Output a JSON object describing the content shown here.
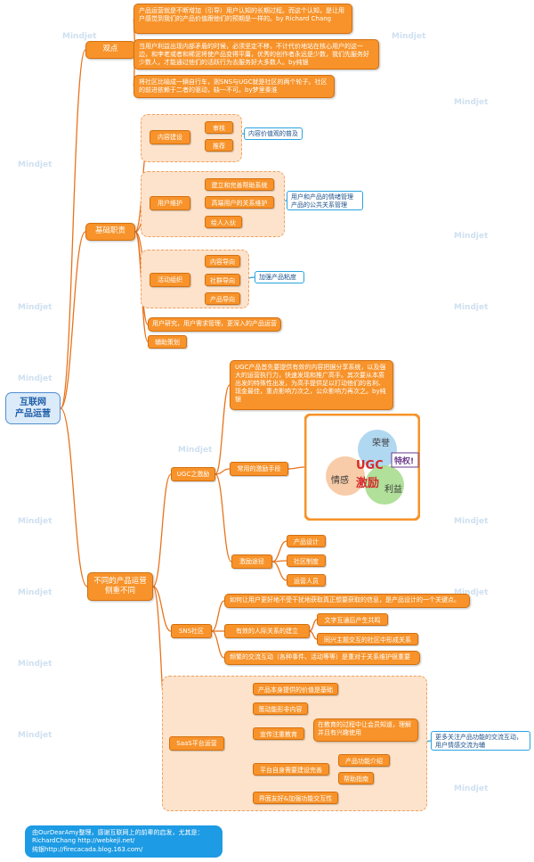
{
  "root": {
    "line1": "互联网",
    "line2": "产品运营"
  },
  "viewpoint": {
    "label": "观点",
    "quote1": "产品运营就是不断增加（引导）用户认知的长期过程。而这个认知，是让用户感觉到我们的产品价值跟他们的预期是一样的。by Richard Chang",
    "quote2": "当用户利益出现内部矛盾的时候，必须坚定不移，不计代价地站在核心用户的这一边，和李老或者和稀泥将使产品变得平庸，优秀的创作者永远是少数，我们先服务好少数人，才能通过他们的活跃行为去服务好大多数人。by纯银",
    "quote3": "将社区比喻成一辆自行车，则SNS与UGC就是社区的两个轮子。社区的前进依赖于二者的驱动，缺一不可。by梦里秦淮"
  },
  "basic": {
    "label": "基础职责",
    "content": {
      "label": "内容建设",
      "items": [
        "审核",
        "推荐"
      ],
      "note": "内容价值观的普及"
    },
    "maintain": {
      "label": "用户维护",
      "items": [
        "建立和完善帮助系统",
        "高端用户的关系维护",
        "给人入伙"
      ],
      "note": "用户和产品的情绪管理 产品的公共关系管理"
    },
    "activity": {
      "label": "活动组织",
      "items": [
        "内容导向",
        "社群导向",
        "产品导向"
      ],
      "note": "加强产品粘度"
    },
    "research": "用户研究，用户需求管理，更深入的产品运营",
    "planning": "辅助策划"
  },
  "different": {
    "label": "不同的产品运营侧重不同",
    "ugc": {
      "label": "UGC之激励",
      "desc": "UGC产品首先要提供有效的内容把据分享系统，以及强大的运营执行力，快速发现和推广高手。其次要从本质出发的特殊性出发，为高手提供足以打动他们的名利、现金最佳，重点影响力次之，公众影响力再次之。by纯银",
      "means": "常用的激励手段",
      "image": {
        "honor": "荣誉",
        "privilege": "特权!",
        "emotion": "情感",
        "ugc": "UGC",
        "incentive": "激励",
        "benefit": "利益"
      },
      "path": "激励途径",
      "pathItems": [
        "产品设计",
        "社区制度",
        "运营人员"
      ]
    },
    "sns": {
      "label": "SNS社区",
      "item1": "如何让用户更好地不受干扰地获取真正想要获取的信息，是产品设计的一个关键点。",
      "item2": "有效的人际关系的建立",
      "sub": [
        "文字互通后产生共鸣",
        "同兴主题交互的社区中形成关系"
      ],
      "item3": "频繁的交流互动（各种事件、活动等等）是重对于关系维护很重要"
    },
    "saas": {
      "label": "SaaS平台运营",
      "items": [
        "产品本身提供的价值是基础",
        "策动能形非内容",
        "宣传注重教育"
      ],
      "edu": "在教育的过程中让会员知道，理解并且有兴趣使用",
      "platform": "平台自身需要建设完善",
      "platformSub": [
        "产品功能介绍",
        "帮助指南"
      ],
      "ui": "界面友好&加强功能交互性",
      "note": "更多关注产品功能的交流互动，用户情感交流为辅"
    }
  },
  "footer": {
    "line1": "由OurDearAmy整理，感谢互联网上的前辈的启发，尤其是：",
    "line2": "RichardChang http://webkeji.net/",
    "line3": "纯银http://firecacada.blog.163.com/"
  },
  "watermark": "Mindjet",
  "colors": {
    "node": "#f7932a",
    "border": "#d4700e",
    "line": "#e8731c",
    "note": "#2aa3de",
    "footer": "#1d9be4"
  }
}
